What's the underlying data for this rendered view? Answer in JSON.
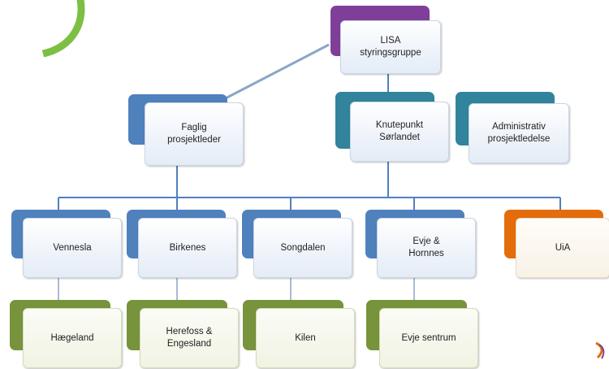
{
  "colors": {
    "purple": "#7f3f98",
    "blue": "#4f81bd",
    "teal": "#31849b",
    "orange": "#e46c0a",
    "green": "#77933c",
    "line": "#4f81bd",
    "accent_green": "#7cc043"
  },
  "nodes": {
    "lisa": {
      "label": "LISA\nstyringsgruppe"
    },
    "faglig": {
      "label": "Faglig\nprosjektleder"
    },
    "knutepunkt": {
      "label": "Knutepunkt\nSørlandet"
    },
    "administrativ": {
      "label": "Administrativ\nprosjektledelse"
    },
    "vennesla": {
      "label": "Vennesla"
    },
    "birkenes": {
      "label": "Birkenes"
    },
    "songdalen": {
      "label": "Songdalen"
    },
    "evje_hornnes": {
      "label": "Evje &\nHornnes"
    },
    "uia": {
      "label": "UiA"
    },
    "haegeland": {
      "label": "Hægeland"
    },
    "herefoss": {
      "label": "Herefoss &\nEngesland"
    },
    "kilen": {
      "label": "Kilen"
    },
    "evje_sentrum": {
      "label": "Evje sentrum"
    }
  }
}
